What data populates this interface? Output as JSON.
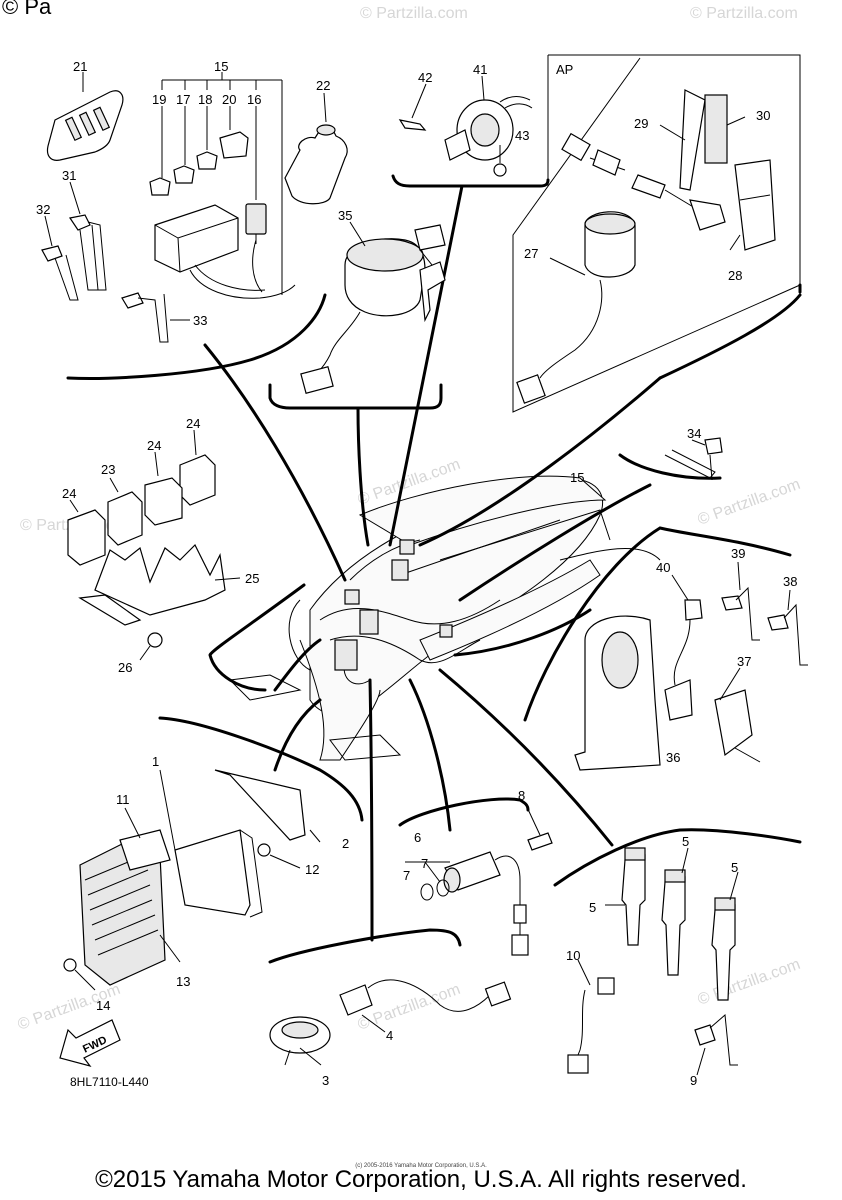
{
  "watermark": {
    "corner": "© Pa",
    "repeat_text": "© Partzilla.com"
  },
  "diagram": {
    "ref_code": "8HL7110-L440",
    "fwd_label": "FWD",
    "ap_label": "AP",
    "tiny_credit": "(c) 2005-2016 Yamaha Motor Corporation, U.S.A.",
    "callouts": {
      "c1": "1",
      "c2": "2",
      "c3": "3",
      "c4": "4",
      "c5a": "5",
      "c5b": "5",
      "c5c": "5",
      "c6": "6",
      "c7a": "7",
      "c7b": "7",
      "c8": "8",
      "c9": "9",
      "c10": "10",
      "c11": "11",
      "c12": "12",
      "c13": "13",
      "c14": "14",
      "c15a": "15",
      "c15b": "15",
      "c16": "16",
      "c17": "17",
      "c18": "18",
      "c19": "19",
      "c20": "20",
      "c21": "21",
      "c22": "22",
      "c23": "23",
      "c24a": "24",
      "c24b": "24",
      "c24c": "24",
      "c25": "25",
      "c26": "26",
      "c27": "27",
      "c28": "28",
      "c29": "29",
      "c30": "30",
      "c31": "31",
      "c32": "32",
      "c33": "33",
      "c34": "34",
      "c35": "35",
      "c36": "36",
      "c37": "37",
      "c38": "38",
      "c39": "39",
      "c40": "40",
      "c41": "41",
      "c42": "42",
      "c43": "43"
    }
  },
  "footer": {
    "copyright": "©2015 Yamaha Motor Corporation, U.S.A. All rights reserved."
  }
}
